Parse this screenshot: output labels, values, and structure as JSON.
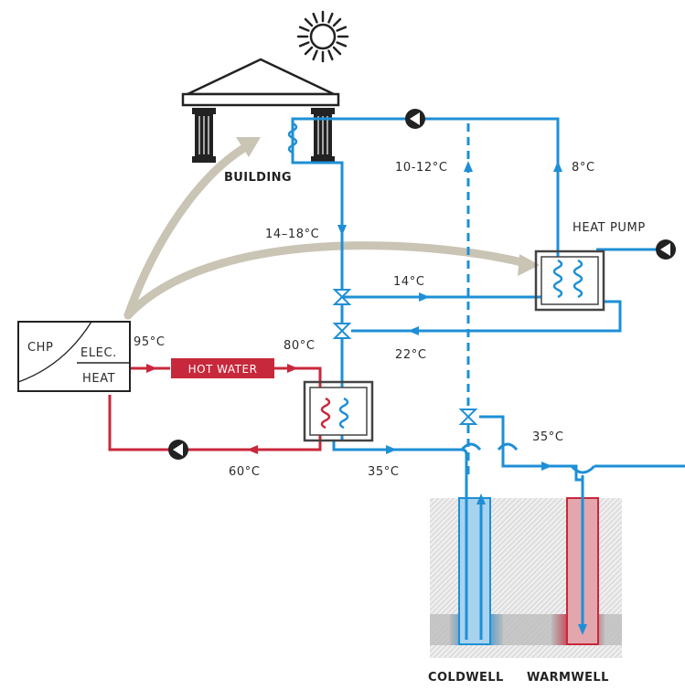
{
  "colors": {
    "cold": "#1e8fd6",
    "hot": "#c8283b",
    "gray_arrow": "#c9c4b4",
    "dark": "#222222"
  },
  "icons": [
    "sun-icon",
    "building-icon",
    "pump-icon",
    "heat-exchanger-icon",
    "three-way-valve-icon"
  ],
  "labels": {
    "building": "BUILDING",
    "heat_pump": "HEAT PUMP",
    "chp": "CHP",
    "elec": "ELEC.",
    "heat": "HEAT",
    "hot_water": "HOT WATER",
    "coldwell": "COLDWELL",
    "warmwell": "WARMWELL"
  },
  "temperatures": {
    "supply_well": "10-12°C",
    "heat_pump_out": "8°C",
    "building_return": "14–18°C",
    "to_heat_pump": "14°C",
    "from_heat_pump": "22°C",
    "chp_out": "95°C",
    "hex_in": "80°C",
    "chp_return": "60°C",
    "to_wells": "35°C",
    "warmwell_in": "35°C"
  }
}
